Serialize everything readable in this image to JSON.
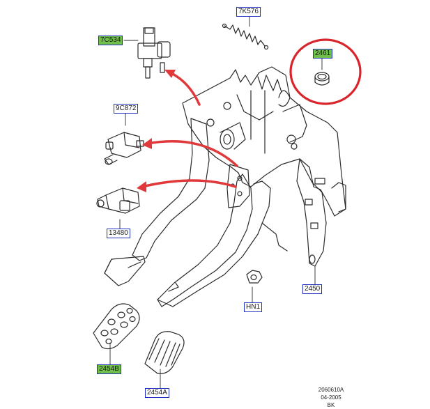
{
  "diagram": {
    "callouts": {
      "c7k576": "7K576",
      "c7c534": "7C534",
      "c2461": "2461",
      "c9c872": "9C872",
      "c13480": "13480",
      "c2450": "2450",
      "chn1": "HN1",
      "c2454b": "2454B",
      "c2454a": "2454A"
    },
    "footer": {
      "drawing_number": "2060610A",
      "date": "04-2005",
      "code": "BK"
    }
  },
  "colors": {
    "line": "#2a2a2a",
    "label_border": "#1f2fbf",
    "green_label": "#6fbf4a",
    "red_arrow": "#e0393b",
    "highlight_circle": "#d9242b"
  }
}
